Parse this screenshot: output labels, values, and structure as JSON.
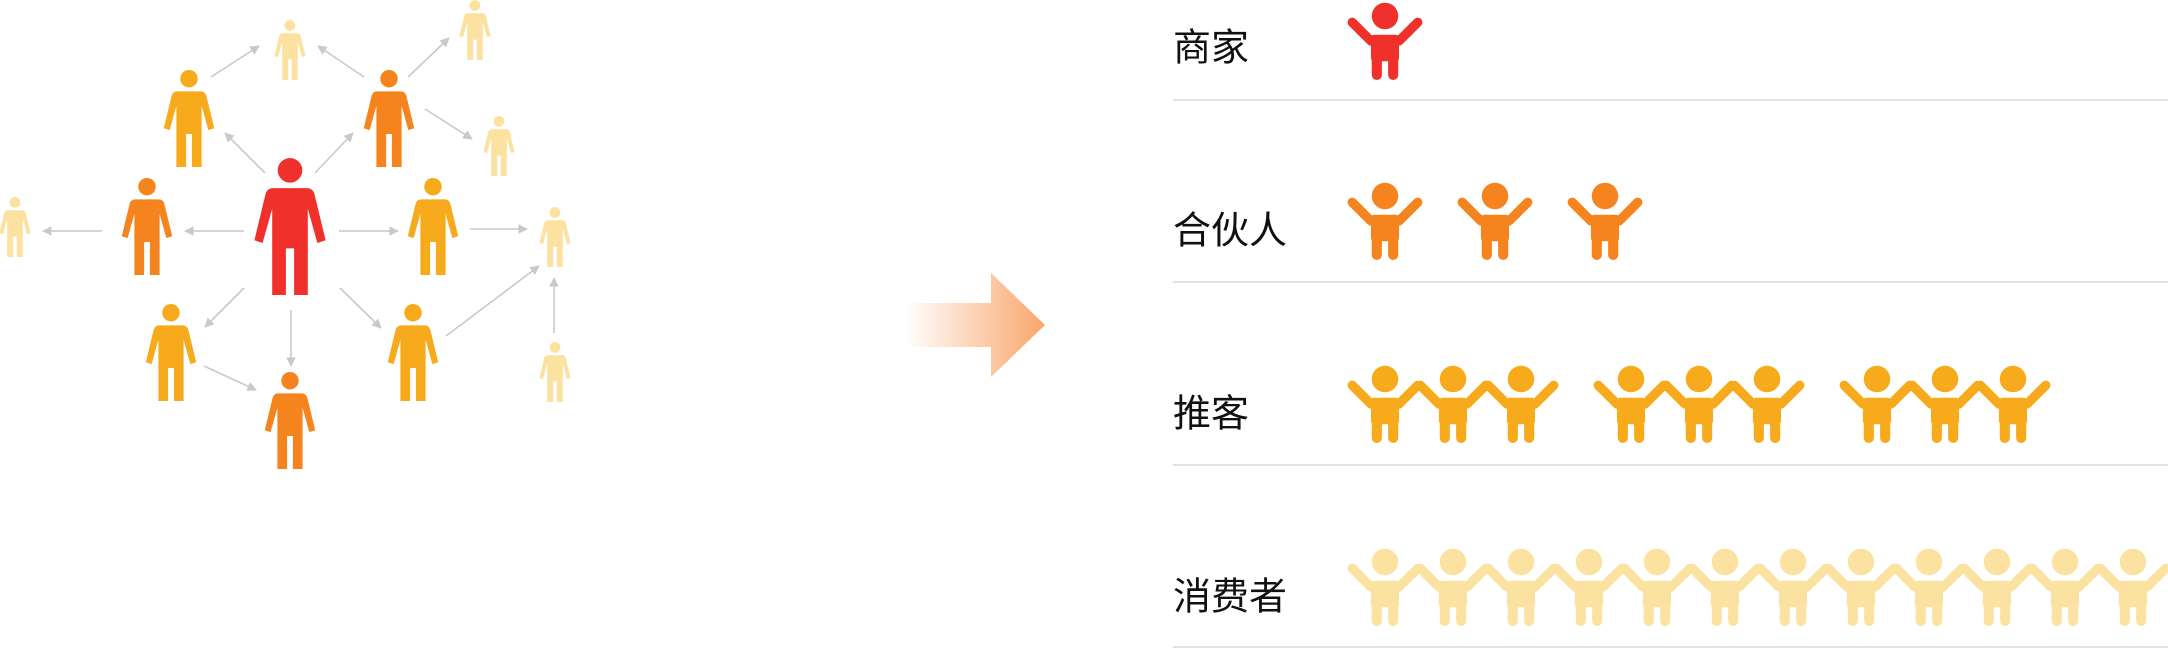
{
  "colors": {
    "merchant": "#F0302A",
    "partner": "#F6841E",
    "promoter": "#F7AA1C",
    "consumer": "#FCE2A0",
    "connector": "#C9C9C9",
    "divider": "#E2E2E2",
    "arrow_from": "#FFFFFF",
    "arrow_to": "#F9A66C"
  },
  "icons": {
    "person": "person-standing-icon",
    "person_cheering": "person-arms-raised-icon",
    "transition": "right-arrow-icon"
  },
  "network": {
    "people": [
      {
        "id": "center",
        "tier": "merchant"
      },
      {
        "id": "top-left",
        "tier": "promoter"
      },
      {
        "id": "top-right",
        "tier": "partner"
      },
      {
        "id": "left",
        "tier": "partner"
      },
      {
        "id": "right",
        "tier": "promoter"
      },
      {
        "id": "bottom-left",
        "tier": "promoter"
      },
      {
        "id": "bottom-center",
        "tier": "partner"
      },
      {
        "id": "bottom-right",
        "tier": "promoter"
      },
      {
        "id": "far-left",
        "tier": "consumer"
      },
      {
        "id": "top-center",
        "tier": "consumer"
      },
      {
        "id": "top-far-right",
        "tier": "consumer"
      },
      {
        "id": "right-upper",
        "tier": "consumer"
      },
      {
        "id": "far-right",
        "tier": "consumer"
      },
      {
        "id": "bottom-far-right",
        "tier": "consumer"
      }
    ],
    "links": [
      [
        "center",
        "top-left"
      ],
      [
        "center",
        "top-right"
      ],
      [
        "center",
        "left"
      ],
      [
        "center",
        "right"
      ],
      [
        "center",
        "bottom-left"
      ],
      [
        "center",
        "bottom-center"
      ],
      [
        "center",
        "bottom-right"
      ],
      [
        "top-left",
        "top-center"
      ],
      [
        "top-right",
        "top-center"
      ],
      [
        "top-right",
        "top-far-right"
      ],
      [
        "top-right",
        "right-upper"
      ],
      [
        "left",
        "far-left"
      ],
      [
        "right",
        "far-right"
      ],
      [
        "bottom-left",
        "bottom-center"
      ],
      [
        "bottom-right",
        "far-right"
      ],
      [
        "bottom-far-right",
        "far-right"
      ]
    ]
  },
  "tiers": [
    {
      "key": "merchant",
      "label": "商家",
      "count": 1,
      "groups": [
        1
      ]
    },
    {
      "key": "partner",
      "label": "合伙人",
      "count": 3,
      "groups": [
        1,
        1,
        1
      ]
    },
    {
      "key": "promoter",
      "label": "推客",
      "count": 9,
      "groups": [
        3,
        3,
        3
      ]
    },
    {
      "key": "consumer",
      "label": "消费者",
      "count": 12,
      "groups": [
        12
      ]
    }
  ]
}
